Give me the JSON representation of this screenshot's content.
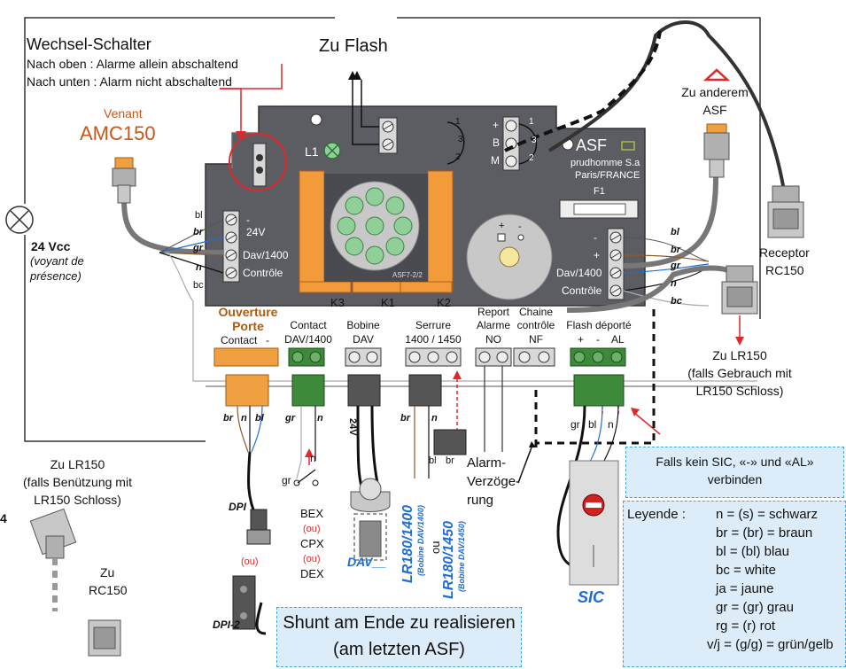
{
  "title": {
    "zu_flash": "Zu Flash"
  },
  "switch_note": {
    "title": "Wechsel-Schalter",
    "line1": "Nach oben : Alarme allein abschaltend",
    "line2": "Nach unten : Alarm nicht abschaltend"
  },
  "source": {
    "venant": "Venant",
    "model": "AMC150"
  },
  "supply": {
    "voltage": "24 Vcc",
    "note1": "(voyant de",
    "note2": "présence)"
  },
  "board": {
    "brand": "ASF",
    "maker": "prudhomme S.a",
    "city": "Paris/FRANCE",
    "fuse": "F1",
    "chip": "ASF7-2/2",
    "lamp": "L1",
    "relays": [
      "K3",
      "K1",
      "K2"
    ],
    "left_terms": [
      "-",
      "24V",
      "Dav/1400",
      "Contrôle"
    ],
    "right_terms": [
      "-",
      "+",
      "Dav/1400",
      "Contrôle"
    ],
    "selector_labels": [
      "+",
      "B",
      "M"
    ],
    "selector_nums": [
      "1",
      "3",
      "2"
    ],
    "pot_signs": [
      "+",
      "-"
    ]
  },
  "wire_left": [
    "bl",
    "br",
    "gr",
    "n",
    "bc"
  ],
  "wire_right": [
    "bl",
    "br",
    "gr",
    "n",
    "bc"
  ],
  "connectors": [
    {
      "title": "Ouverture",
      "title2": "Porte",
      "sub": "Contact",
      "sub2": "-"
    },
    {
      "title": "Contact",
      "sub": "DAV/1400"
    },
    {
      "title": "Bobine",
      "sub": "DAV"
    },
    {
      "title": "Serrure",
      "sub": "1400 / 1450"
    },
    {
      "title": "Report",
      "title2": "Alarme",
      "sub": "NO"
    },
    {
      "title": "Chaine",
      "title2": "contrôle",
      "sub": "NF"
    },
    {
      "title": "Flash déporté",
      "sub": "+",
      "sub2": "-",
      "sub3": "AL"
    }
  ],
  "under_wires": {
    "porte": [
      "br",
      "n",
      "bl"
    ],
    "contact": [
      "gr",
      "n"
    ],
    "bobine": "24V",
    "serrure": [
      "br",
      "n"
    ],
    "flash": [
      "gr",
      "bl",
      "n"
    ],
    "shunt": [
      "bl",
      "br"
    ]
  },
  "devices": {
    "dpi": "DPI",
    "ou": "(ou)",
    "dpi2": "DPI-2",
    "bex": "BEX",
    "ou2": "(ou)",
    "cpx": "CPX",
    "ou3": "(ou)",
    "dex": "DEX",
    "n_label": "n",
    "gr_label": "gr",
    "dav": "DAV__",
    "lr1400": "LR180/1400",
    "lr1400_sub": "(Bobine DAV/1400)",
    "ou_mid": "ou",
    "lr1450": "LR180/1450",
    "lr1450_sub": "(Bobine DAV/1450)",
    "alarm1": "Alarm-",
    "alarm2": "Verzöge-",
    "alarm3": "rung",
    "sic": "SIC"
  },
  "left_bottom": {
    "lr150_a": "Zu LR150",
    "lr150_b": "(falls Benützung mit",
    "lr150_c": "LR150 Schloss)",
    "zu": "Zu",
    "rc150": "RC150",
    "num": "4"
  },
  "right_top": {
    "anderem1": "Zu anderem",
    "anderem2": "ASF",
    "receptor1": "Receptor",
    "receptor2": "RC150",
    "lr150_a": "Zu LR150",
    "lr150_b": "(falls Gebrauch mit",
    "lr150_c": "LR150 Schloss)"
  },
  "sic_note": {
    "line1": "Falls kein SIC, «-» und «AL»",
    "line2": "verbinden"
  },
  "shunt_note": {
    "line1": "Shunt am Ende zu realisieren",
    "line2": "(am letzten ASF)"
  },
  "legend": {
    "title": "Leyende :",
    "rows": [
      "n = (s) = schwarz",
      "br = (br) = braun",
      "bl = (bl) blau",
      "bc = white",
      "ja = jaune",
      "gr = (gr) grau",
      "rg = (r) rot",
      "v/j = (g/g) = grün/gelb"
    ]
  },
  "colors": {
    "board": "#5a5a5f",
    "relay": "#f39a3a",
    "green_term": "#3d8a3a",
    "orange_term": "#f0a040",
    "note_box": "#dcecf9",
    "red": "#e0282a"
  }
}
